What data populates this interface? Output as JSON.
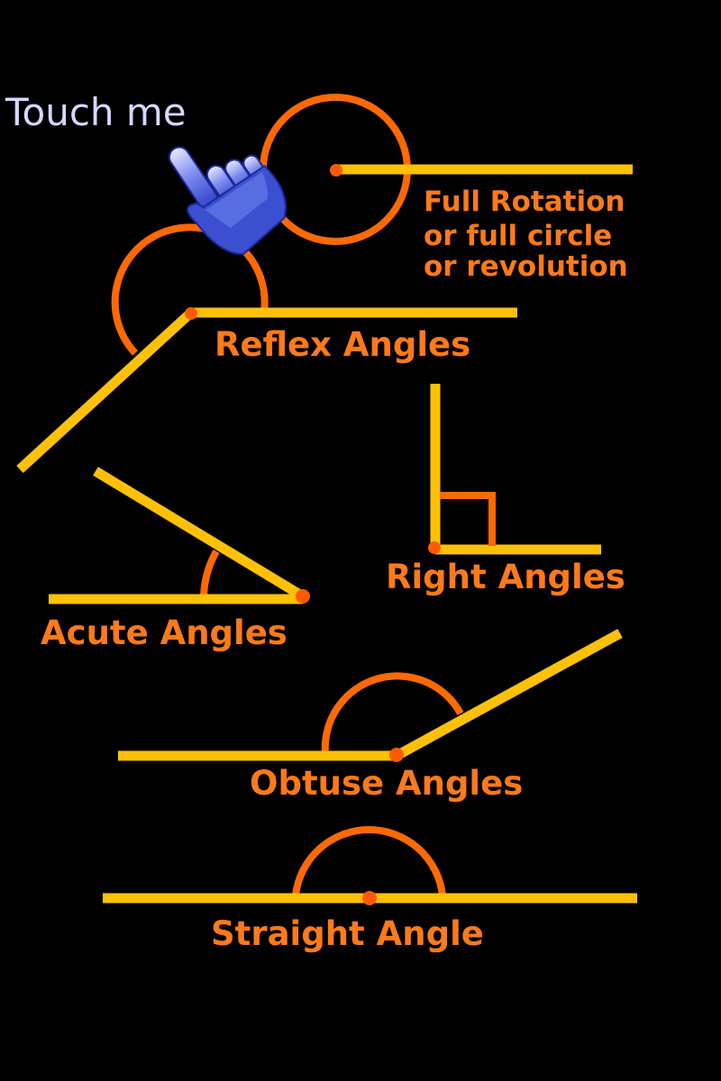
{
  "prompt": {
    "text": "Touch me"
  },
  "angles": {
    "full_rotation": {
      "line1": "Full Rotation",
      "line2": "or full circle",
      "line3": "or revolution"
    },
    "reflex": {
      "label": "Reflex Angles"
    },
    "right": {
      "label": "Right Angles"
    },
    "acute": {
      "label": "Acute Angles"
    },
    "obtuse": {
      "label": "Obtuse Angles"
    },
    "straight": {
      "label": "Straight Angle"
    }
  },
  "colors": {
    "background": "#000000",
    "ray": "#ffc107",
    "arc": "#ff6a00",
    "vertex": "#ff5a00",
    "label": "#ff7a1a",
    "prompt_text": "#d6d8ff",
    "hand": "#3b4fd0"
  },
  "icons": {
    "pointer": "pointing-hand-icon"
  }
}
